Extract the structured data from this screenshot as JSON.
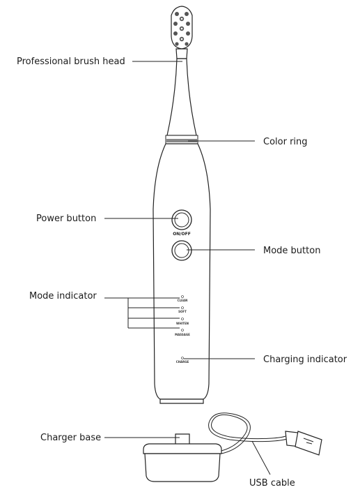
{
  "labels": {
    "brush_head": "Professional brush head",
    "color_ring": "Color ring",
    "power_button": "Power button",
    "mode_button": "Mode button",
    "mode_indicator": "Mode indicator",
    "charging_indicator": "Charging indicator",
    "charger_base": "Charger base",
    "usb_cable": "USB cable"
  },
  "device_text": {
    "on_off": "ON/OFF",
    "modes": [
      "CLEAN",
      "SOFT",
      "WHITEN",
      "MASSAGE"
    ],
    "charge": "CHARGE"
  }
}
